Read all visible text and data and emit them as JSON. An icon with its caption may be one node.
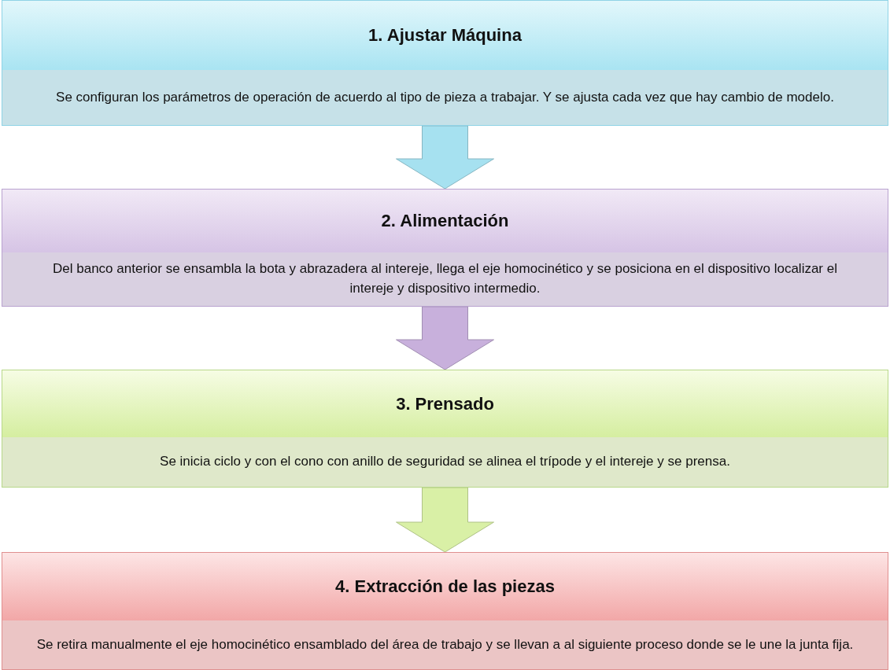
{
  "diagram": {
    "nodes": [
      {
        "text": [
          "1. Ajustar Máquina",
          "Se configuran los parámetros de operación de acuerdo al tipo de pieza a trabajar. Y se ajusta cada vez que hay cambio de modelo."
        ]
      },
      {
        "text": [
          "2. Alimentación",
          "Del banco anterior se ensambla la bota y abrazadera al intereje, llega el eje homocinético y se posiciona en el dispositivo localizar el intereje y dispositivo intermedio."
        ]
      },
      {
        "text": [
          "3. Prensado",
          "Se inicia ciclo y con el cono con anillo de seguridad se alinea el trípode y el intereje y se prensa."
        ]
      },
      {
        "text": [
          "4. Extracción de las piezas",
          "Se retira manualmente el eje homocinético ensamblado del área de trabajo y se llevan a al siguiente proceso donde se le une la junta fija."
        ]
      }
    ],
    "edges": [
      {
        "from": 0,
        "to": 1,
        "arrow": "to",
        "style": "thick",
        "color": "#a6e1f0"
      },
      {
        "from": 1,
        "to": 2,
        "arrow": "to",
        "style": "thick",
        "color": "#c8b0dc"
      },
      {
        "from": 2,
        "to": 3,
        "arrow": "to",
        "style": "thick",
        "color": "#d9f0a6"
      }
    ]
  }
}
